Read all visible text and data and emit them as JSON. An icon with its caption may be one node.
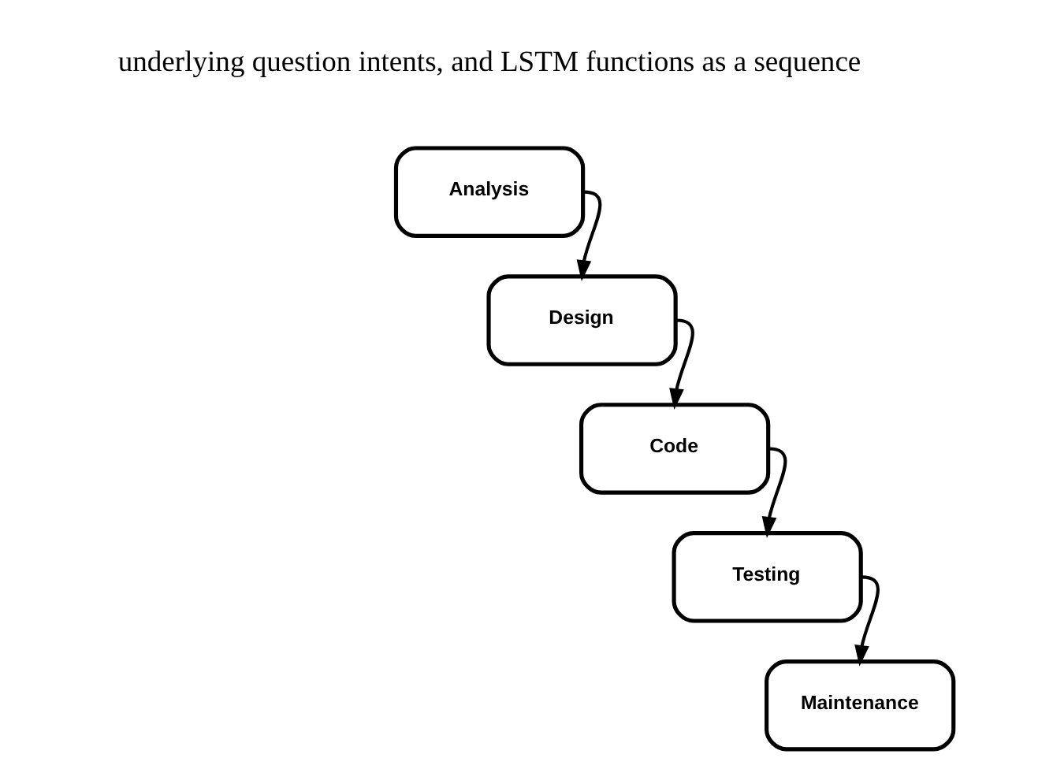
{
  "diagram": {
    "nodes": [
      {
        "text": [
          "Analysis"
        ]
      },
      {
        "text": [
          "Design"
        ]
      },
      {
        "text": [
          "Code"
        ]
      },
      {
        "text": [
          "Testing"
        ]
      },
      {
        "text": [
          "Maintenance"
        ]
      }
    ],
    "edges": [
      {
        "from": 0,
        "to": 1,
        "arrow": "to"
      },
      {
        "from": 1,
        "to": 2,
        "arrow": "to"
      },
      {
        "from": 2,
        "to": 3,
        "arrow": "to"
      },
      {
        "from": 3,
        "to": 4,
        "arrow": "to"
      }
    ],
    "labels": [
      "underlying question intents, and LSTM functions as a sequence"
    ]
  }
}
